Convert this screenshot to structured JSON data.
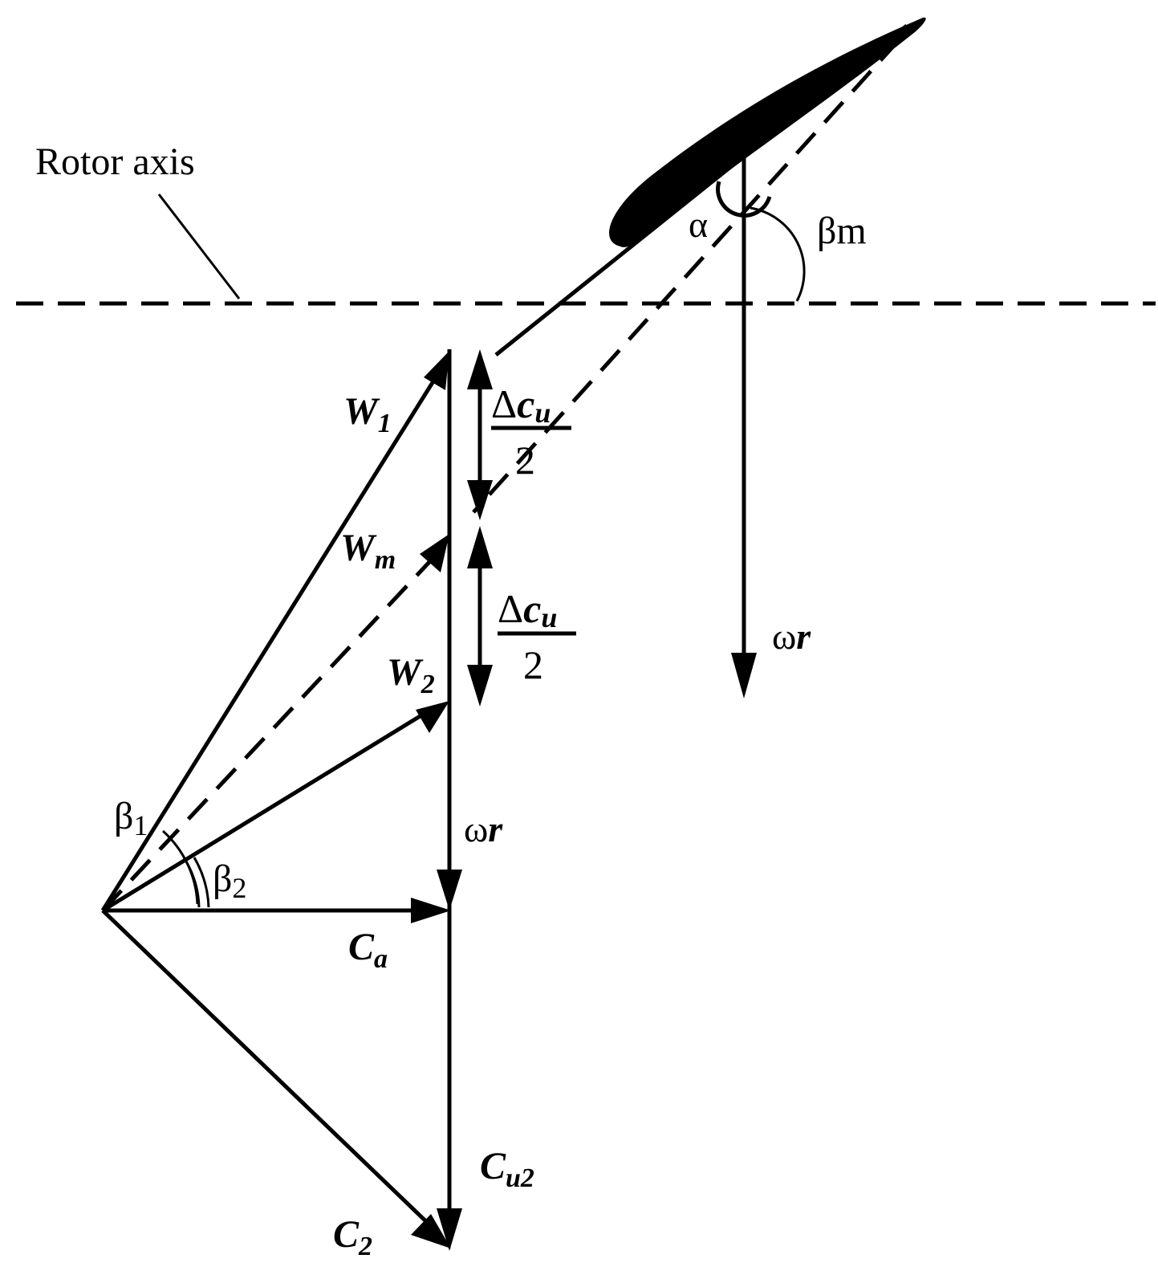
{
  "labels": {
    "rotor_axis": "Rotor axis",
    "alpha": "α",
    "beta_m": "βm",
    "omega": "ω",
    "r": "r",
    "w1_main": "W",
    "w1_sub": "1",
    "wm_main": "W",
    "wm_sub": "m",
    "w2_main": "W",
    "w2_sub": "2",
    "delta": "Δ",
    "cu": "c",
    "cu_sub": "u",
    "two": "2",
    "beta1_main": "β",
    "beta1_sub": "1",
    "beta2_main": "β",
    "beta2_sub": "2",
    "ca_main": "C",
    "ca_sub": "a",
    "cu2_main": "C",
    "cu2_sub": "u2",
    "c2_main": "C",
    "c2_sub": "2"
  },
  "colors": {
    "ink": "#000000",
    "background": "#ffffff"
  }
}
